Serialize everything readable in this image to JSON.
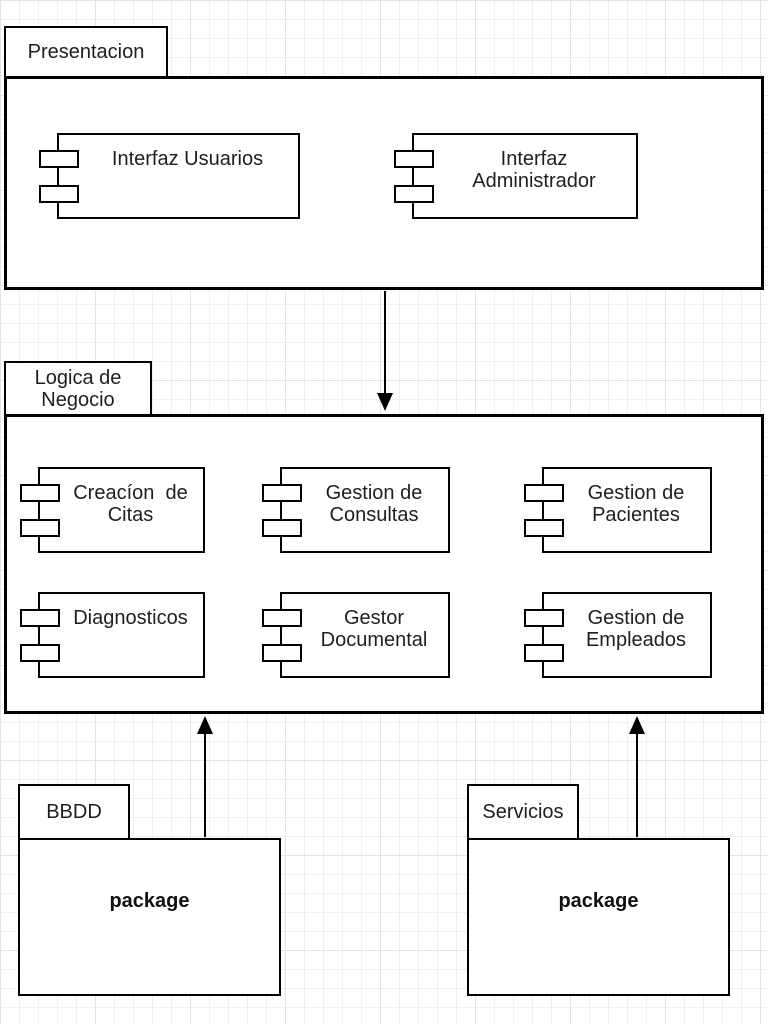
{
  "packages": {
    "presentacion": {
      "label": "Presentacion"
    },
    "logica_de_negocio": {
      "label": "Logica de\nNegocio"
    },
    "bbdd": {
      "label": "BBDD",
      "content_label": "package"
    },
    "servicios": {
      "label": "Servicios",
      "content_label": "package"
    }
  },
  "components": {
    "interfaz_usuarios": {
      "label": "Interfaz Usuarios"
    },
    "interfaz_administrador": {
      "label": "Interfaz\nAdministrador"
    },
    "creacion_de_citas": {
      "label": "Creacíon  de\nCitas"
    },
    "gestion_de_consultas": {
      "label": "Gestion de\nConsultas"
    },
    "gestion_de_pacientes": {
      "label": "Gestion de\nPacientes"
    },
    "diagnosticos": {
      "label": "Diagnosticos"
    },
    "gestor_documental": {
      "label": "Gestor\nDocumental"
    },
    "gestion_de_empleados": {
      "label": "Gestion de\nEmpleados"
    }
  },
  "connections": [
    {
      "from": "Presentacion",
      "to": "Logica de Negocio",
      "arrow": "down"
    },
    {
      "from": "BBDD",
      "to": "Logica de Negocio",
      "arrow": "up"
    },
    {
      "from": "Servicios",
      "to": "Logica de Negocio",
      "arrow": "up"
    }
  ],
  "colors": {
    "stroke": "#000000",
    "shape_fill": "#ffffff",
    "text": "#1f1f1f",
    "grid_minor": "#f0f0f0",
    "grid_major": "#e3e3e3",
    "background": "#ffffff"
  }
}
